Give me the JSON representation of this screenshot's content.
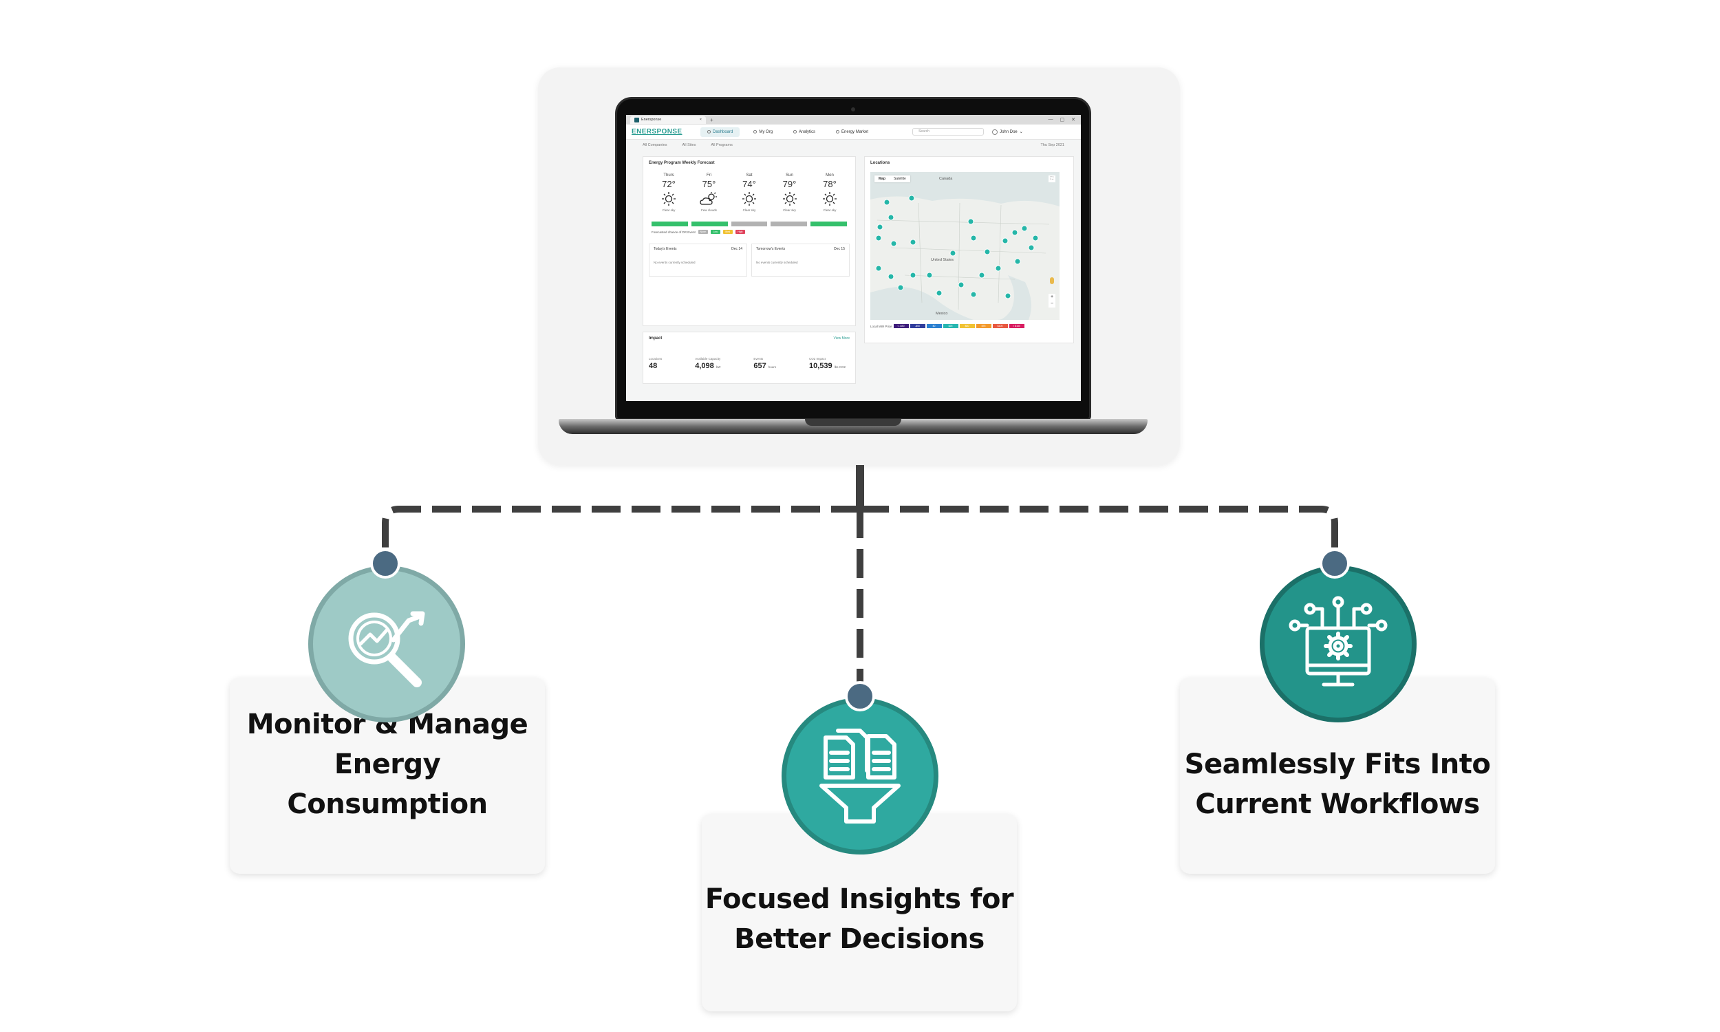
{
  "colors": {
    "brand_teal": "#2a9d92",
    "icon_left_bg": "#9ecac6",
    "icon_left_ring": "#7fa9a6",
    "icon_middle_bg": "#2fa9a0",
    "icon_middle_ring": "#26897f",
    "icon_right_bg": "#23948a",
    "icon_right_ring": "#1b7068",
    "node_dot": "#4b6a82",
    "connector": "#3f3f3f",
    "event_green": "#34c06b",
    "event_gray": "#b2b2b2"
  },
  "laptop_screen": {
    "browser": {
      "tab_title": "Enersponse",
      "tab_close": "×",
      "new_tab": "+",
      "window_controls": [
        "—",
        "▢",
        "✕"
      ]
    },
    "nav": {
      "brand": "ENERSPONSE",
      "items": [
        {
          "label": "Dashboard",
          "active": true
        },
        {
          "label": "My Org",
          "active": false
        },
        {
          "label": "Analytics",
          "active": false
        },
        {
          "label": "Energy Market",
          "active": false
        }
      ],
      "search_placeholder": "Search",
      "user": "John Doe"
    },
    "filters": {
      "companies": "All Companies",
      "sites": "All Sites",
      "programs": "All Programs",
      "date": "Thu Sep 2021"
    },
    "forecast": {
      "title": "Energy Program Weekly Forecast",
      "days": [
        {
          "name": "Thurs",
          "temp": "72°",
          "condition": "Clear sky",
          "icon": "sun-icon"
        },
        {
          "name": "Fri",
          "temp": "75°",
          "condition": "Few clouds",
          "icon": "partly-cloudy-icon"
        },
        {
          "name": "Sat",
          "temp": "74°",
          "condition": "Clear sky",
          "icon": "sun-icon"
        },
        {
          "name": "Sun",
          "temp": "79°",
          "condition": "Clear sky",
          "icon": "sun-icon"
        },
        {
          "name": "Mon",
          "temp": "78°",
          "condition": "Clear sky",
          "icon": "sun-icon"
        }
      ],
      "chance_bar_colors": [
        "#34c06b",
        "#34c06b",
        "#b2b2b2",
        "#b2b2b2",
        "#34c06b"
      ],
      "chance_label": "Forecasted chance of DR Event",
      "chance_legend": [
        {
          "label": "None",
          "color": "#b2b2b2"
        },
        {
          "label": "Low",
          "color": "#34c06b"
        },
        {
          "label": "Med",
          "color": "#f1c232"
        },
        {
          "label": "High",
          "color": "#e0435c"
        }
      ],
      "todays_events": {
        "title": "Today's Events",
        "date": "Dec 14",
        "empty": "No events currently scheduled"
      },
      "tomorrows_events": {
        "title": "Tomorrow's Events",
        "date": "Dec 15",
        "empty": "No events currently scheduled"
      }
    },
    "impact": {
      "title": "Impact",
      "view_more": "View More",
      "stats": [
        {
          "label": "Locations",
          "value": "48",
          "unit": ""
        },
        {
          "label": "Available Capacity",
          "value": "4,098",
          "unit": "kW"
        },
        {
          "label": "Events",
          "value": "657",
          "unit": "hours"
        },
        {
          "label": "CO2 Impact",
          "value": "10,539",
          "unit": "lbs CO2"
        }
      ]
    },
    "locations": {
      "title": "Locations",
      "map_tabs": [
        "Map",
        "Satellite"
      ],
      "labels": {
        "canada": "Canada",
        "us": "United States",
        "mexico": "Mexico"
      },
      "price_label": "Local MW Price",
      "price_chips": [
        {
          "label": "< -$50",
          "color": "#3d1c7a"
        },
        {
          "label": "-$50",
          "color": "#2f3c9c"
        },
        {
          "label": "$0",
          "color": "#2a7fd0"
        },
        {
          "label": "$25",
          "color": "#25b6b0"
        },
        {
          "label": "$50",
          "color": "#f1c232"
        },
        {
          "label": "$75",
          "color": "#f39a2d"
        },
        {
          "label": "$100",
          "color": "#e8573f"
        },
        {
          "label": "> $150",
          "color": "#d81b60"
        }
      ]
    }
  },
  "features": [
    {
      "line1": "Monitor & Manage",
      "line2": "Energy Consumption",
      "icon": "magnifier-trend-icon"
    },
    {
      "line1": "Focused Insights for",
      "line2": "Better Decisions",
      "icon": "documents-funnel-icon"
    },
    {
      "line1": "Seamlessly Fits Into",
      "line2": "Current Workflows",
      "icon": "monitor-gear-network-icon"
    }
  ]
}
